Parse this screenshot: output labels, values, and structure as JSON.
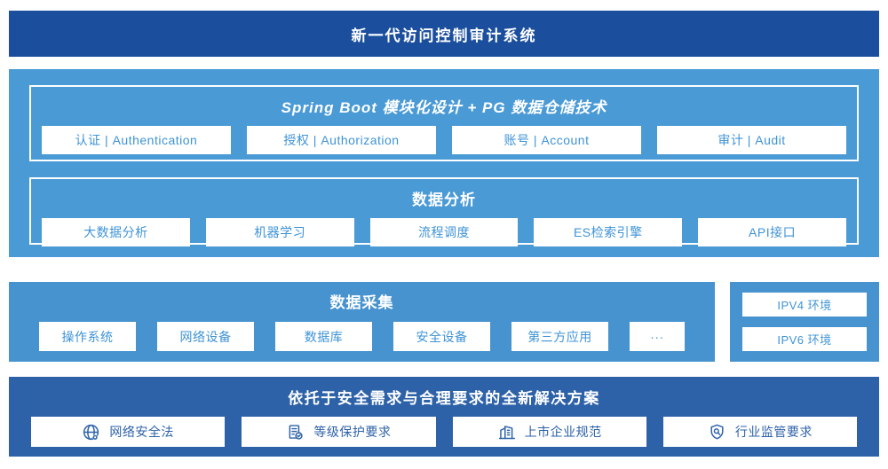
{
  "banner": {
    "title": "新一代访问控制审计系统"
  },
  "spring_section": {
    "title": "Spring Boot 模块化设计 + PG 数据仓储技术",
    "modules": [
      "认证 | Authentication",
      "授权 | Authorization",
      "账号 | Account",
      "审计 | Audit"
    ]
  },
  "analysis_section": {
    "title": "数据分析",
    "modules": [
      "大数据分析",
      "机器学习",
      "流程调度",
      "ES检索引擎",
      "API接口"
    ]
  },
  "collection_section": {
    "title": "数据采集",
    "modules": [
      "操作系统",
      "网络设备",
      "数据库",
      "安全设备",
      "第三方应用",
      "···"
    ]
  },
  "network_env": {
    "items": [
      "IPV4 环境",
      "IPV6 环境"
    ]
  },
  "solution_section": {
    "title": "依托于安全需求与合理要求的全新解决方案",
    "items": [
      {
        "icon": "globe-icon",
        "label": "网络安全法"
      },
      {
        "icon": "document-check-icon",
        "label": "等级保护要求"
      },
      {
        "icon": "building-icon",
        "label": "上市企业规范"
      },
      {
        "icon": "shield-search-icon",
        "label": "行业监管要求"
      }
    ]
  },
  "colors": {
    "banner_blue": "#1B4F9E",
    "section_light_blue": "#4A9AD6",
    "collection_blue": "#4693CF",
    "solution_blue": "#2E62A8",
    "module_text_blue": "#3E93D6",
    "white": "#FFFFFF"
  }
}
